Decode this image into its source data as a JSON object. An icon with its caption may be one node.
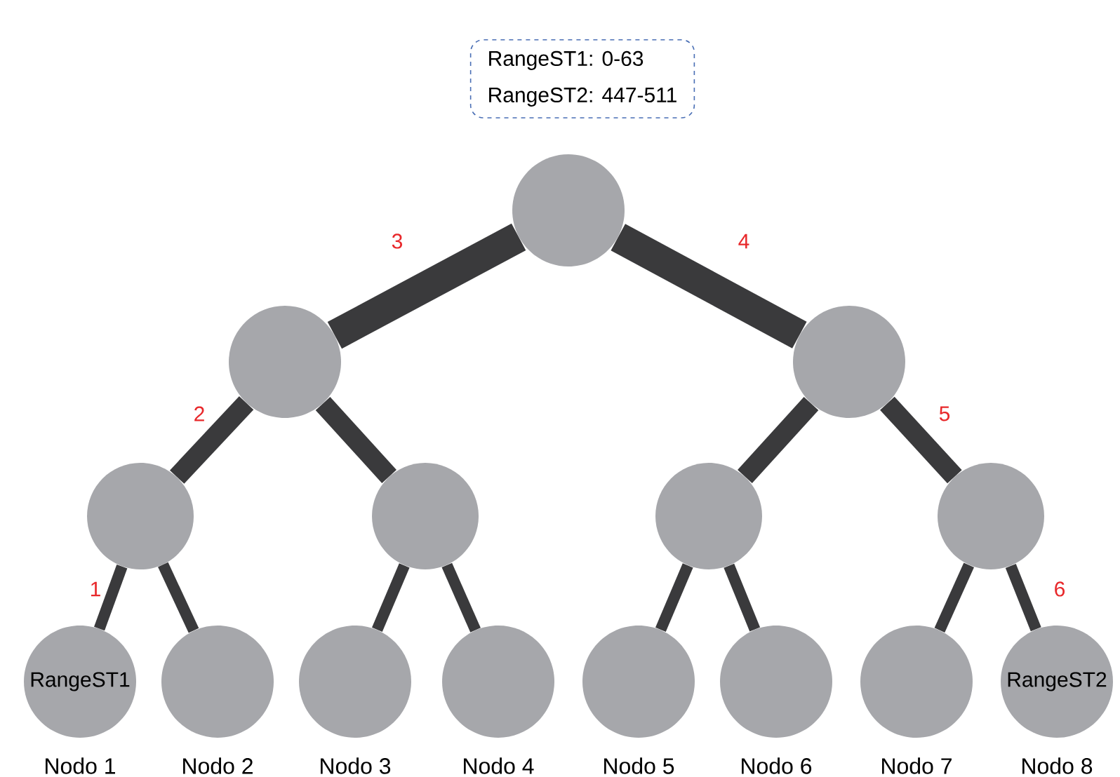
{
  "diagram": {
    "nodes": [
      {
        "text": [
          "RangeST1: 0-63",
          "RangeST2: 447-511"
        ]
      },
      {
        "text": [],
        "shape": "circle"
      },
      {
        "text": [],
        "shape": "circle"
      },
      {
        "text": [],
        "shape": "circle"
      },
      {
        "text": [],
        "shape": "circle"
      },
      {
        "text": [],
        "shape": "circle"
      },
      {
        "text": [],
        "shape": "circle"
      },
      {
        "text": [],
        "shape": "circle"
      },
      {
        "text": [
          "RangeST1"
        ],
        "beside": [
          "Nodo 1"
        ]
      },
      {
        "text": [],
        "shape": "circle",
        "beside": [
          "Nodo 2"
        ]
      },
      {
        "text": [],
        "shape": "circle",
        "beside": [
          "Nodo 3"
        ]
      },
      {
        "text": [],
        "shape": "circle",
        "beside": [
          "Nodo 4"
        ]
      },
      {
        "text": [],
        "shape": "circle",
        "beside": [
          "Nodo 5"
        ]
      },
      {
        "text": [],
        "shape": "circle",
        "beside": [
          "Nodo 6"
        ]
      },
      {
        "text": [],
        "shape": "circle",
        "beside": [
          "Nodo 7"
        ]
      },
      {
        "text": [
          "RangeST2"
        ],
        "beside": [
          "Nodo 8"
        ]
      }
    ],
    "edges": [
      {
        "from": 1,
        "to": 2,
        "arrow": "none",
        "label": "3",
        "style": "thick"
      },
      {
        "from": 1,
        "to": 3,
        "arrow": "none",
        "label": "4",
        "style": "thick"
      },
      {
        "from": 2,
        "to": 4,
        "arrow": "none",
        "label": "2"
      },
      {
        "from": 2,
        "to": 5,
        "arrow": "none"
      },
      {
        "from": 3,
        "to": 6,
        "arrow": "none"
      },
      {
        "from": 3,
        "to": 7,
        "arrow": "none",
        "label": "5"
      },
      {
        "from": 4,
        "to": 8,
        "arrow": "none",
        "label": "1"
      },
      {
        "from": 4,
        "to": 9,
        "arrow": "none"
      },
      {
        "from": 5,
        "to": 10,
        "arrow": "none"
      },
      {
        "from": 5,
        "to": 11,
        "arrow": "none"
      },
      {
        "from": 6,
        "to": 12,
        "arrow": "none"
      },
      {
        "from": 6,
        "to": 13,
        "arrow": "none"
      },
      {
        "from": 7,
        "to": 14,
        "arrow": "none"
      },
      {
        "from": 7,
        "to": 15,
        "arrow": "none",
        "label": "6"
      }
    ]
  }
}
